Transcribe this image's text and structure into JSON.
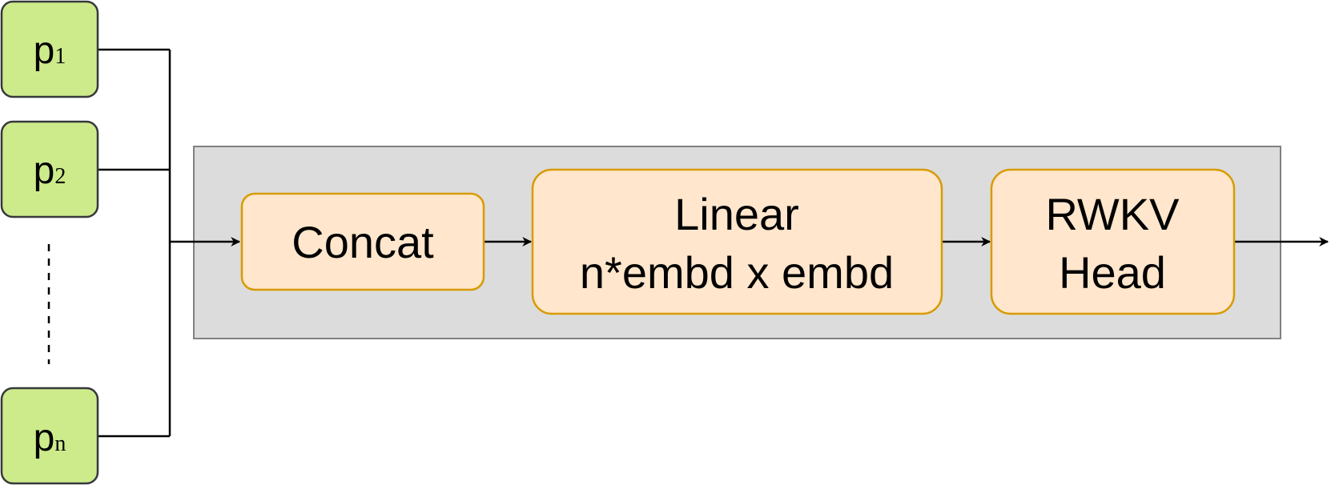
{
  "inputs": [
    {
      "base": "p",
      "sub": "1"
    },
    {
      "base": "p",
      "sub": "2"
    },
    {
      "base": "p",
      "sub": "n"
    }
  ],
  "blocks": {
    "concat": {
      "label": "Concat"
    },
    "linear": {
      "line1": "Linear",
      "line2": "n*embd x embd"
    },
    "rwkv": {
      "line1": "RWKV",
      "line2": "Head"
    }
  },
  "colors": {
    "input_fill": "#cdeb8b",
    "input_stroke": "#36393d",
    "container_fill": "#dcdcdc",
    "container_stroke": "#808080",
    "block_fill": "#ffe6cc",
    "block_stroke": "#d79b00",
    "line": "#000000"
  }
}
